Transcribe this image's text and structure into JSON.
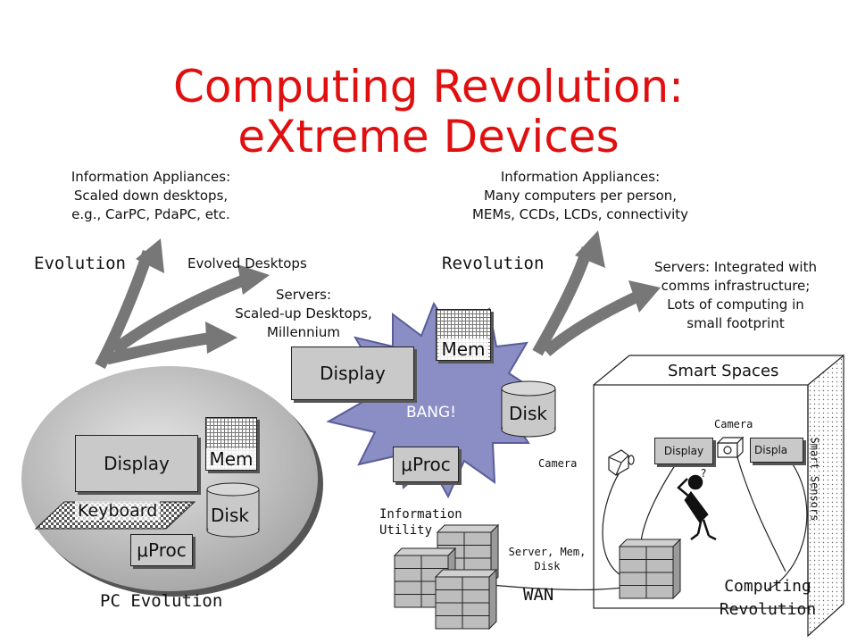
{
  "slide": {
    "title_line1": "Computing Revolution:",
    "title_line2": "eXtreme Devices",
    "title_color": "#e01010"
  },
  "evolution": {
    "label": "Evolution",
    "appliances_note": [
      "Information Appliances:",
      "Scaled down desktops,",
      "e.g., CarPC, PdaPC, etc."
    ],
    "evolved_desktops": "Evolved Desktops",
    "servers_note": [
      "Servers:",
      "Scaled-up Desktops,",
      "Millennium"
    ]
  },
  "revolution": {
    "label": "Revolution",
    "appliances_note": [
      "Information Appliances:",
      "Many computers per person,",
      "MEMs, CCDs, LCDs, connectivity"
    ],
    "servers_note": [
      "Servers: Integrated with",
      "comms infrastructure;",
      "Lots of computing in",
      "small footprint"
    ]
  },
  "pc": {
    "display": "Display",
    "mem": "Mem",
    "disk": "Disk",
    "keyboard": "Keyboard",
    "proc": "μProc",
    "caption": "PC Evolution"
  },
  "bang": {
    "label": "BANG!",
    "display": "Display",
    "mem": "Mem",
    "disk": "Disk",
    "proc": "μProc",
    "fill_color": "#8b8ec4"
  },
  "smart_spaces": {
    "title": "Smart Spaces",
    "camera_top": "Camera",
    "camera_left": "Camera",
    "display1": "Display",
    "display2": "Displa",
    "sensors": "Smart Sensors",
    "info_utility": [
      "Information",
      "Utility"
    ],
    "server_note": [
      "Server, Mem,",
      "Disk"
    ],
    "wan": "WAN",
    "caption": [
      "Computing",
      "Revolution"
    ]
  },
  "icons": {
    "arrow": "arrow-icon",
    "camera": "camera-icon",
    "person": "person-icon",
    "server": "server-rack-icon"
  }
}
